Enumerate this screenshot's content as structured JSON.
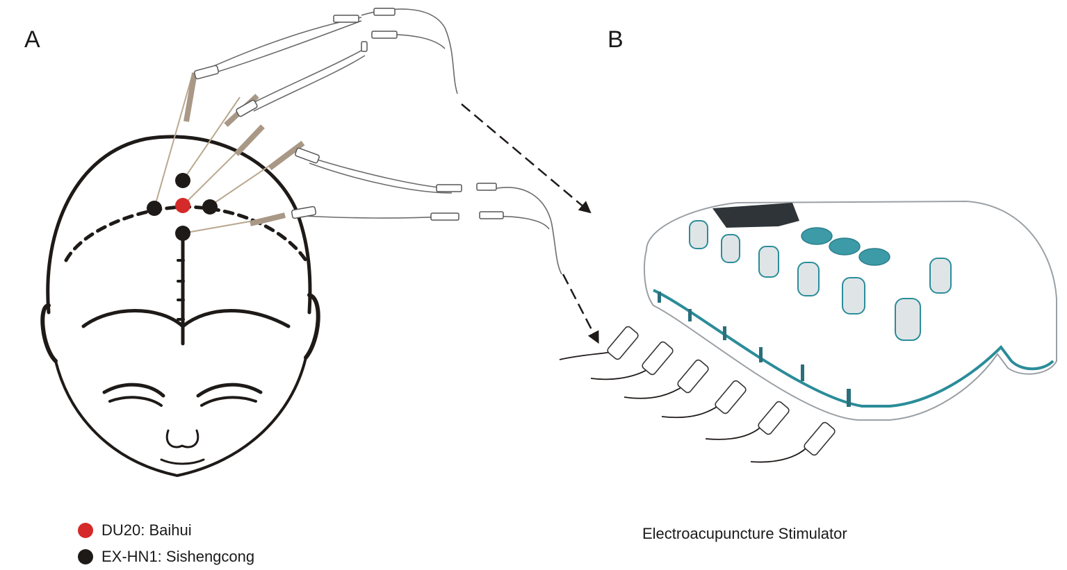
{
  "panels": {
    "a_label": "A",
    "b_label": "B"
  },
  "legend": [
    {
      "label": "DU20: Baihui",
      "color": "#d42a2a"
    },
    {
      "label": "EX-HN1: Sishengcong",
      "color": "#1e1a18"
    }
  ],
  "caption": "Electroacupuncture Stimulator",
  "colors": {
    "needle": "#a99886",
    "device_accent": "#2b8c99",
    "ink": "#1e1a18"
  }
}
